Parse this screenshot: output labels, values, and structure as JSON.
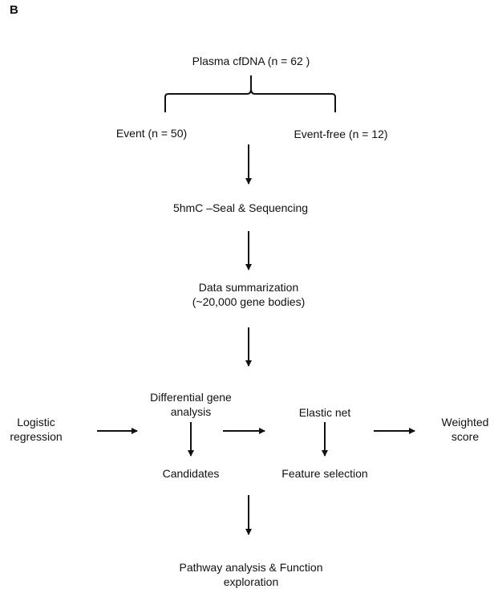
{
  "panel_label": "B",
  "nodes": {
    "plasma": "Plasma cfDNA (n = 62 )",
    "event": "Event (n = 50)",
    "event_free": "Event-free (n = 12)",
    "seal": "5hmC –Seal & Sequencing",
    "summarization_1": "Data summarization",
    "summarization_2": "(~20,000 gene bodies)",
    "logistic_1": "Logistic",
    "logistic_2": "regression",
    "differential_1": "Differential gene",
    "differential_2": "analysis",
    "candidates": "Candidates",
    "elastic": "Elastic net",
    "feature": "Feature selection",
    "weighted_1": "Weighted",
    "weighted_2": "score",
    "pathway_1": "Pathway analysis & Function",
    "pathway_2": "exploration"
  },
  "colors": {
    "stroke": "#111111",
    "background": "#ffffff"
  }
}
